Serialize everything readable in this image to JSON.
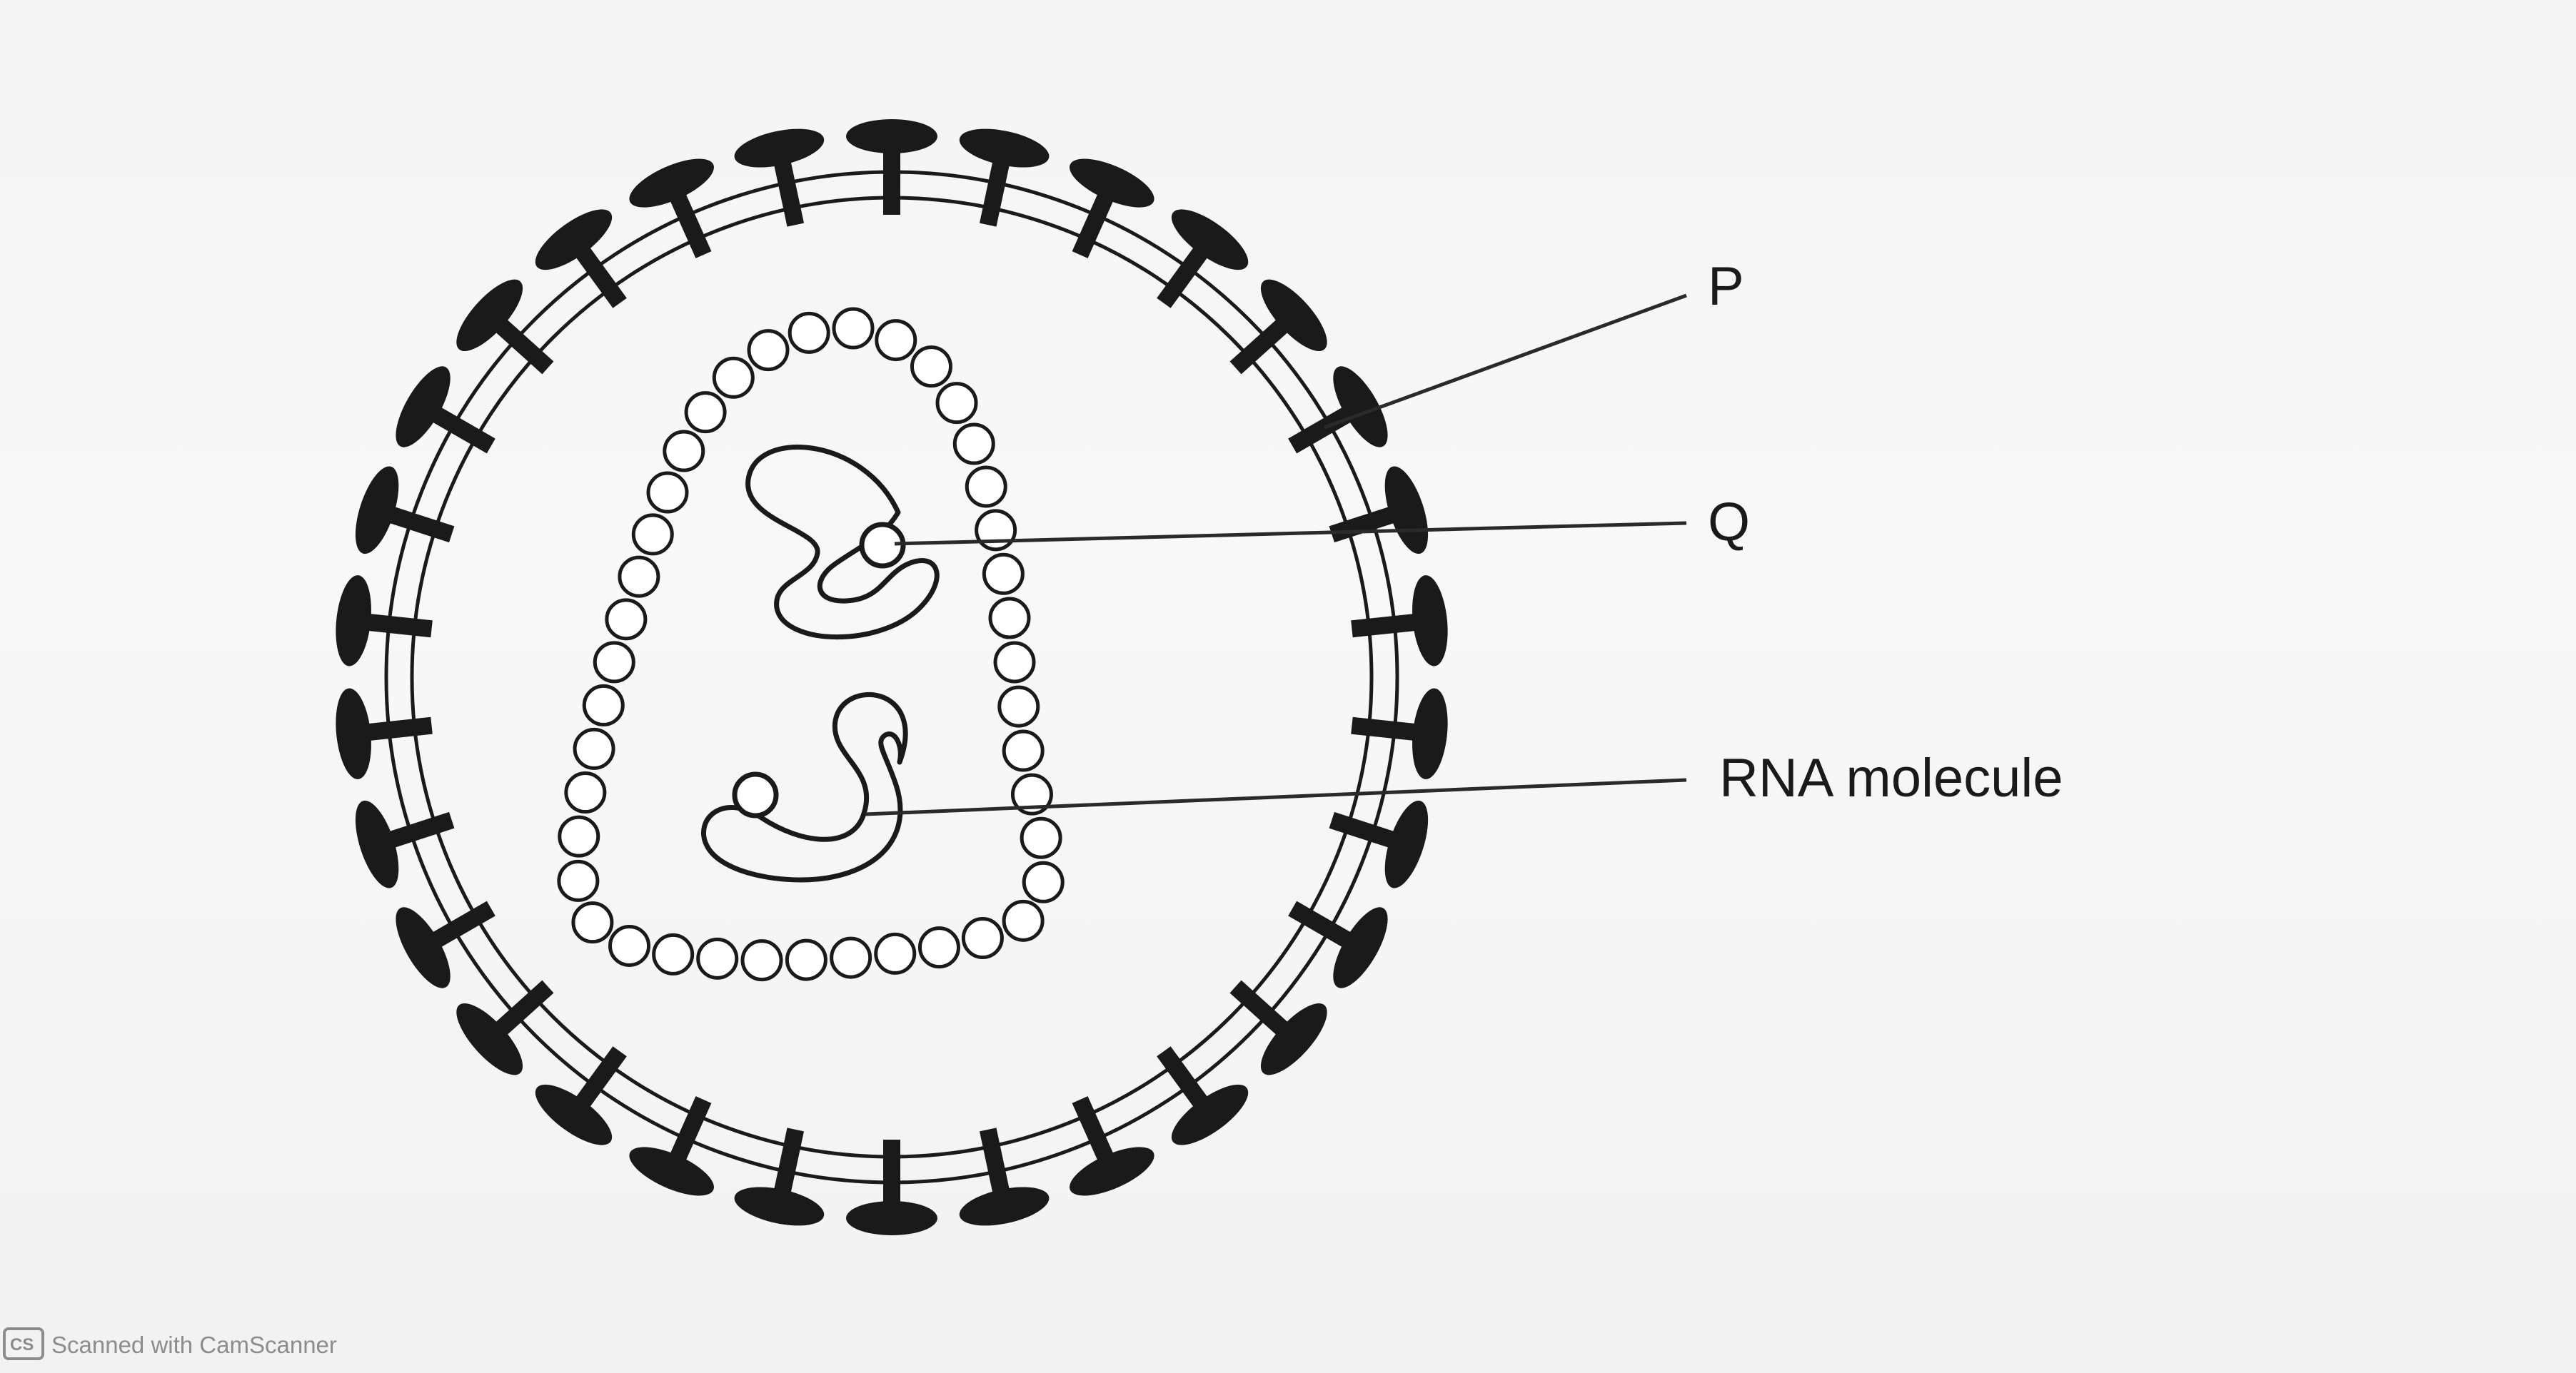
{
  "labels": {
    "p": "P",
    "q": "Q",
    "rna": "RNA molecule"
  },
  "watermark": {
    "badge": "CS",
    "text": "Scanned with CamScanner"
  },
  "colors": {
    "ink": "#1a1a1a",
    "background": "#f5f5f5",
    "watermark": "#8c8c8c"
  }
}
